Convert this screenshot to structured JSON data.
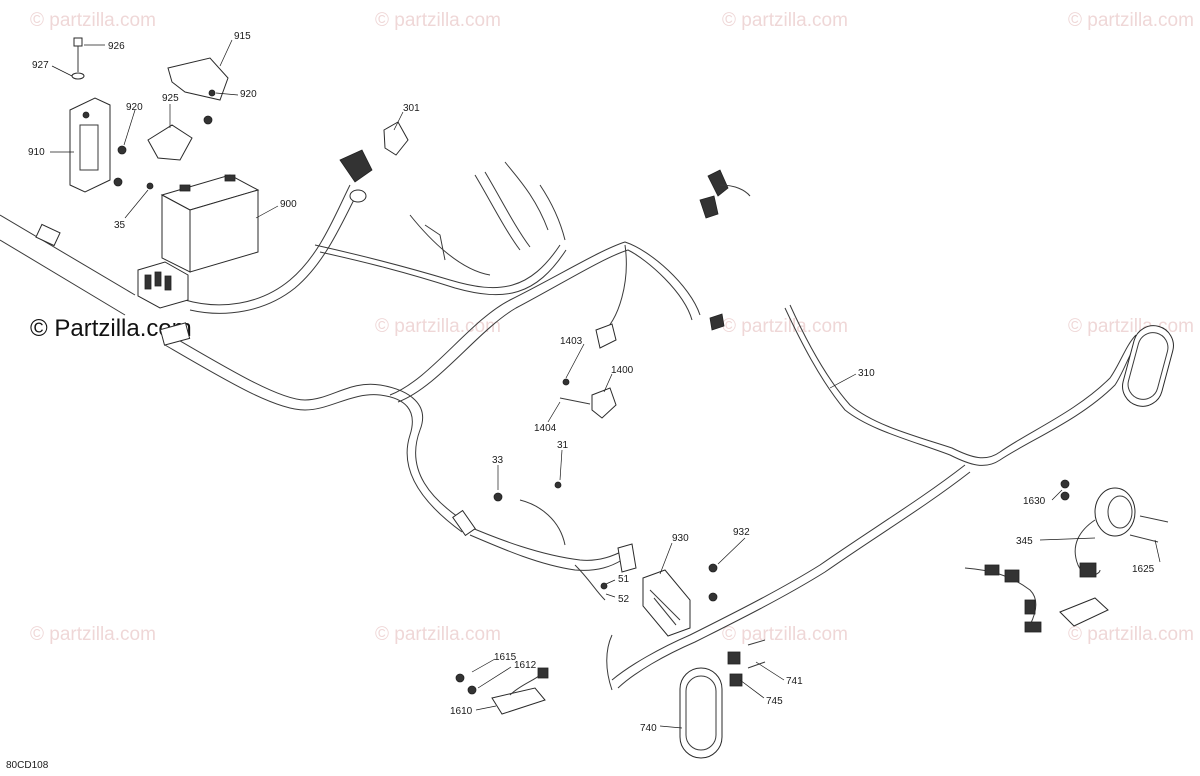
{
  "diagram": {
    "reference_code": "80CD108",
    "watermark_text": "© Partzilla.com",
    "watermark_faint_text": "© partzilla.com",
    "labels": [
      {
        "id": "926",
        "text": "926"
      },
      {
        "id": "927",
        "text": "927"
      },
      {
        "id": "915",
        "text": "915"
      },
      {
        "id": "920a",
        "text": "920"
      },
      {
        "id": "920b",
        "text": "920"
      },
      {
        "id": "925",
        "text": "925"
      },
      {
        "id": "910",
        "text": "910"
      },
      {
        "id": "35",
        "text": "35"
      },
      {
        "id": "900",
        "text": "900"
      },
      {
        "id": "301",
        "text": "301"
      },
      {
        "id": "1403",
        "text": "1403"
      },
      {
        "id": "1400",
        "text": "1400"
      },
      {
        "id": "1404",
        "text": "1404"
      },
      {
        "id": "31",
        "text": "31"
      },
      {
        "id": "33",
        "text": "33"
      },
      {
        "id": "930",
        "text": "930"
      },
      {
        "id": "932",
        "text": "932"
      },
      {
        "id": "51",
        "text": "51"
      },
      {
        "id": "52",
        "text": "52"
      },
      {
        "id": "310",
        "text": "310"
      },
      {
        "id": "1630",
        "text": "1630"
      },
      {
        "id": "345",
        "text": "345"
      },
      {
        "id": "1625",
        "text": "1625"
      },
      {
        "id": "1615",
        "text": "1615"
      },
      {
        "id": "1612",
        "text": "1612"
      },
      {
        "id": "1610",
        "text": "1610"
      },
      {
        "id": "741",
        "text": "741"
      },
      {
        "id": "745",
        "text": "745"
      },
      {
        "id": "740",
        "text": "740"
      }
    ]
  }
}
